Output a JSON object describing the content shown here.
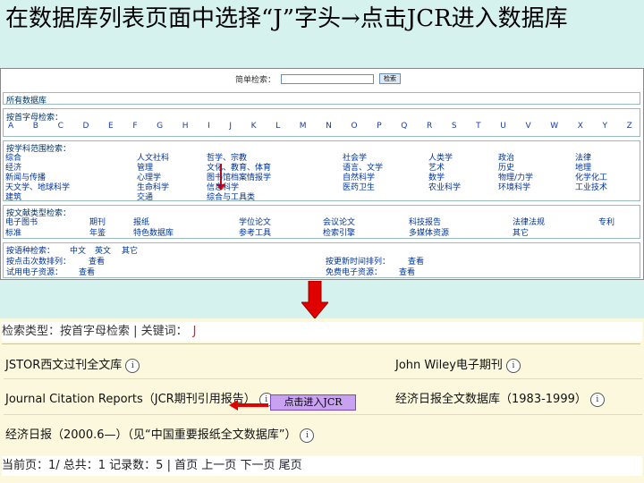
{
  "slide": {
    "title": "在数据库列表页面中选择“J”字头→点击JCR进入数据库"
  },
  "search": {
    "label": "简单检索：",
    "button": "检索"
  },
  "all_db_label": "所有数据库",
  "alpha": {
    "label": "按首字母检索：",
    "letters": [
      "A",
      "B",
      "C",
      "D",
      "E",
      "F",
      "G",
      "H",
      "I",
      "J",
      "K",
      "L",
      "M",
      "N",
      "O",
      "P",
      "Q",
      "R",
      "S",
      "T",
      "U",
      "V",
      "W",
      "X",
      "Y",
      "Z"
    ]
  },
  "subject": {
    "label": "按学科范围检索：",
    "rows": [
      [
        "综合",
        "人文社科",
        "哲学、宗教",
        "社会学",
        "人类学",
        "政治",
        "法律"
      ],
      [
        "经济",
        "管理",
        "文化、教育、体育",
        "语言、文学",
        "艺术",
        "历史",
        "地理"
      ],
      [
        "新闻与传播",
        "心理学",
        "图书馆档案情报学",
        "自然科学",
        "数学",
        "物理/力学",
        "化学化工"
      ],
      [
        "天文学、地球科学",
        "生命科学",
        "信息科学",
        "医药卫生",
        "农业科学",
        "环境科学",
        "工业技术"
      ],
      [
        "建筑",
        "交通",
        "综合与工具类",
        "",
        "",
        "",
        ""
      ]
    ]
  },
  "doctype": {
    "label": "按文献类型检索：",
    "rows": [
      [
        "电子图书",
        "期刊",
        "报纸",
        "学位论文",
        "会议论文",
        "科技报告",
        "法律法规",
        "专利"
      ],
      [
        "标准",
        "年鉴",
        "特色数据库",
        "参考工具",
        "检索引擎",
        "多媒体资源",
        "其它",
        ""
      ]
    ]
  },
  "other": {
    "lang_label": "按语种检索：",
    "langs": [
      "中文",
      "英文",
      "其它"
    ],
    "clicks_label": "按点击次数排列：",
    "update_label": "按更新时间排列：",
    "trial_label": "试用电子资源：",
    "free_label": "免费电子资源：",
    "view": "查看"
  },
  "results": {
    "criteria_label": "检索类型：按首字母检索 | 关键词：",
    "criteria_value": "J",
    "items": [
      "JSTOR西文过刊全文库",
      "John Wiley电子期刊",
      "Journal Citation Reports（JCR期刊引用报告）",
      "经济日报全文数据库（1983-1999）",
      "经济日报（2000.6—）（见“中国重要报纸全文数据库”）"
    ],
    "info_glyph": "i",
    "callout": "点击进入JCR",
    "pager": {
      "status": "当前页：1/ 总共：1  记录数：5 |",
      "first": "首页",
      "prev": "上一页",
      "next": "下一页",
      "last": "尾页"
    }
  },
  "colors": {
    "slide_bg": "#d6f2ef",
    "arrow_red": "#e00000",
    "callout_bg": "#c8a2f0"
  }
}
